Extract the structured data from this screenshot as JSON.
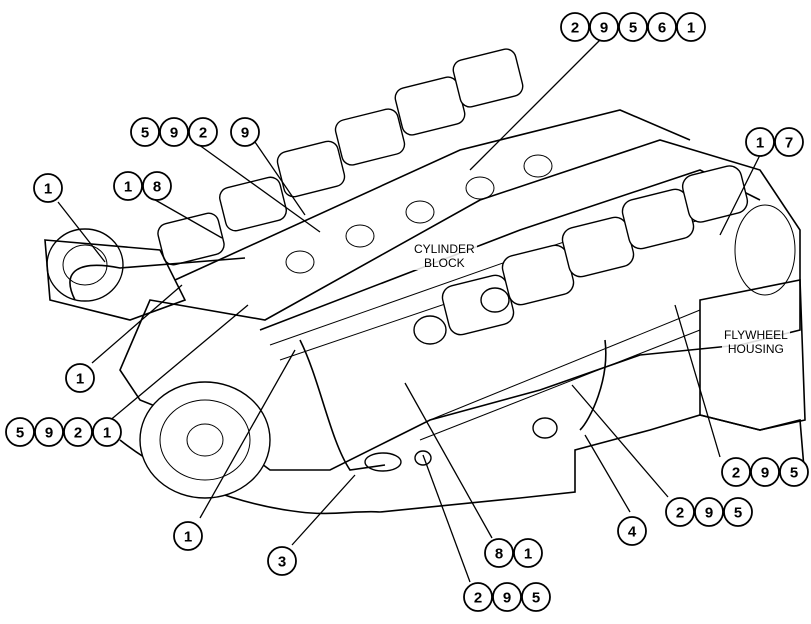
{
  "labels": {
    "cylinder_block": [
      "CYLINDER",
      "BLOCK"
    ],
    "flywheel_housing": [
      "FLYWHEEL",
      "HOUSING"
    ]
  },
  "callouts": [
    {
      "id": "c-29561",
      "digits": [
        "2",
        "9",
        "5",
        "6",
        "1"
      ]
    },
    {
      "id": "c-592-top",
      "digits": [
        "5",
        "9",
        "2"
      ]
    },
    {
      "id": "c-9",
      "digits": [
        "9"
      ]
    },
    {
      "id": "c-17",
      "digits": [
        "1",
        "7"
      ]
    },
    {
      "id": "c-1-topleft",
      "digits": [
        "1"
      ]
    },
    {
      "id": "c-18",
      "digits": [
        "1",
        "8"
      ]
    },
    {
      "id": "c-1-left",
      "digits": [
        "1"
      ]
    },
    {
      "id": "c-5921",
      "digits": [
        "5",
        "9",
        "2",
        "1"
      ]
    },
    {
      "id": "c-295-right",
      "digits": [
        "2",
        "9",
        "5"
      ]
    },
    {
      "id": "c-295-mid",
      "digits": [
        "2",
        "9",
        "5"
      ]
    },
    {
      "id": "c-4",
      "digits": [
        "4"
      ]
    },
    {
      "id": "c-81",
      "digits": [
        "8",
        "1"
      ]
    },
    {
      "id": "c-1-bottom",
      "digits": [
        "1"
      ]
    },
    {
      "id": "c-3",
      "digits": [
        "3"
      ]
    },
    {
      "id": "c-295-bottom",
      "digits": [
        "2",
        "9",
        "5"
      ]
    }
  ]
}
